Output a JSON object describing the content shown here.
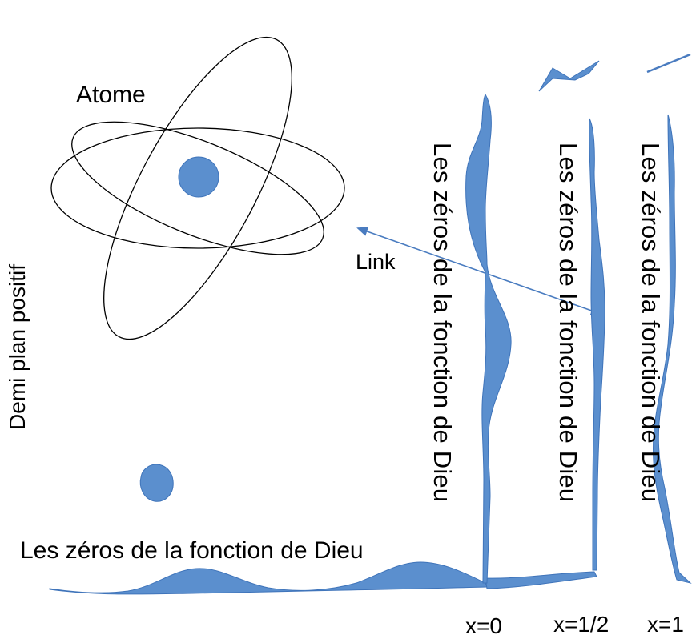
{
  "atom_label": "Atome",
  "link_label": "Link",
  "half_plane_label": "Demi plan positif",
  "zeros_label_horizontal": "Les zéros  de la fonction de Dieu",
  "zeros_label_x0": "Les zéros  de la fonction de Dieu",
  "zeros_label_x_half": "Les zéros  de la fonction de Dieu",
  "zeros_label_x1": "Les zéros  de la fonction de Dieu",
  "x_axis_labels": [
    "x=0",
    "x=1/2",
    "x=1"
  ],
  "colors": {
    "fill": "#5b8fce",
    "stroke": "#3f74ba",
    "line": "#000000"
  }
}
